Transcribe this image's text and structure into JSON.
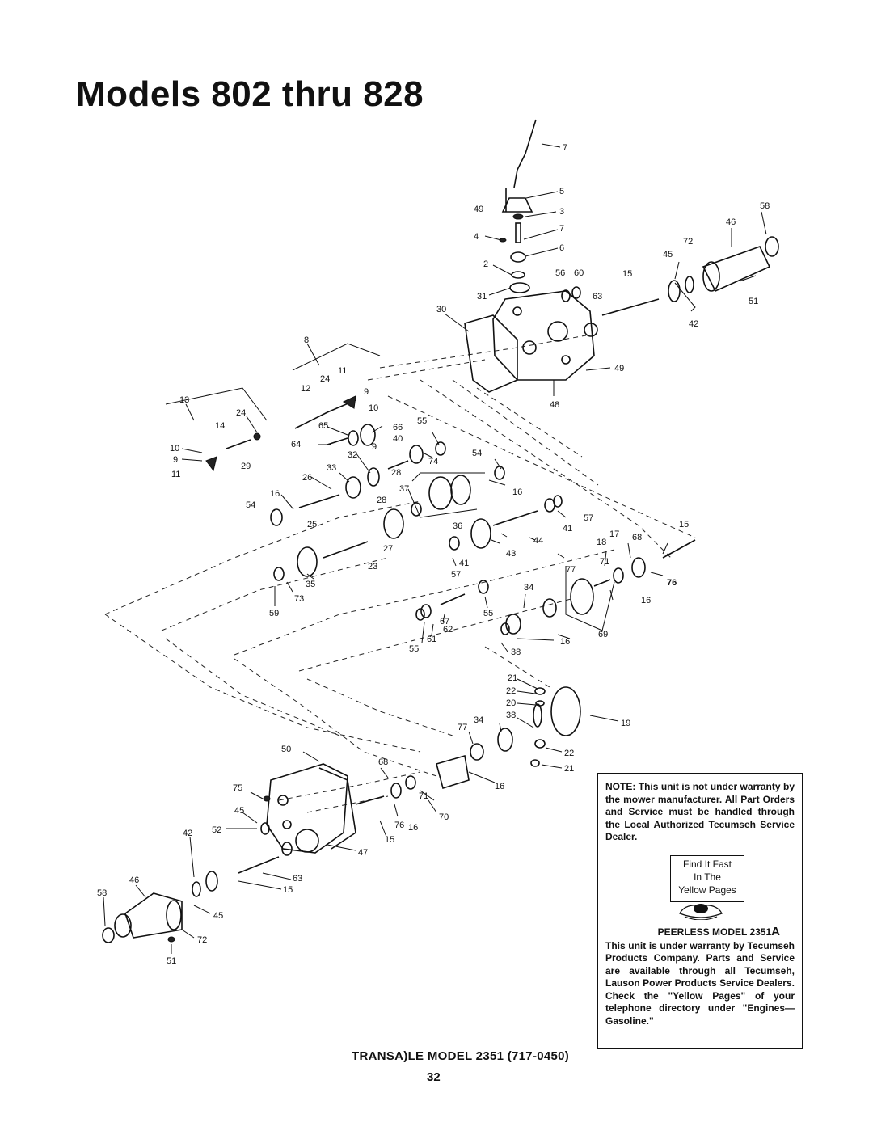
{
  "page": {
    "title": "Models 802 thru 828",
    "caption": "TRANSA)LE MODEL 2351 (717-0450)",
    "page_number": "32"
  },
  "note": {
    "warranty_notice": "NOTE: This unit is not under warranty by the mower manufacturer. All Part Orders and Service must be handled through the Local Authorized Tecumseh Service Dealer.",
    "yellow_pages_lines": [
      "Find It Fast",
      "In The",
      "Yellow Pages"
    ],
    "peerless_prefix": "PEERLESS MODEL 2351",
    "peerless_suffix": "A",
    "peerless_text": "This unit is under warranty by Tecumseh Products Company. Parts and Service are available through all Tecumseh, Lauson Power Products Service Dealers. Check the \"Yellow Pages\" of your telephone directory under \"Engines—Gasoline.\""
  },
  "callouts": {
    "c1": "7",
    "c2": "5",
    "c3": "49",
    "c4": "3",
    "c5": "7",
    "c6": "4",
    "c7": "6",
    "c8": "2",
    "c9": "56",
    "c10": "60",
    "c11": "15",
    "c12": "31",
    "c13": "63",
    "c14": "30",
    "c15": "58",
    "c16": "46",
    "c17": "72",
    "c18": "45",
    "c19": "51",
    "c20": "42",
    "c21": "49",
    "c22": "48",
    "c23": "8",
    "c24": "11",
    "c25": "24",
    "c26": "12",
    "c27": "9",
    "c28": "10",
    "c29": "13",
    "c30": "24",
    "c31": "14",
    "c32": "10",
    "c33": "9",
    "c34": "11",
    "c35": "29",
    "c36": "65",
    "c37": "66",
    "c38": "55",
    "c39": "64",
    "c40": "40",
    "c41": "9",
    "c42": "32",
    "c43": "74",
    "c44": "54",
    "c45": "33",
    "c46": "28",
    "c47": "26",
    "c48": "37",
    "c49": "16",
    "c50": "16",
    "c51": "54",
    "c52": "28",
    "c53": "25",
    "c54": "36",
    "c55": "57",
    "c56": "41",
    "c57": "15",
    "c58": "17",
    "c59": "68",
    "c60": "18",
    "c61": "44",
    "c62": "27",
    "c63": "43",
    "c64": "71",
    "c65": "23",
    "c66": "41",
    "c67": "77",
    "c68": "76",
    "c69": "35",
    "c70": "57",
    "c71": "34",
    "c72": "16",
    "c73": "73",
    "c74": "59",
    "c75": "55",
    "c76": "67",
    "c77": "62",
    "c78": "61",
    "c79": "55",
    "c80": "69",
    "c81": "16",
    "c82": "38",
    "c83": "21",
    "c84": "22",
    "c85": "20",
    "c86": "38",
    "c87": "34",
    "c88": "77",
    "c89": "19",
    "c90": "50",
    "c91": "68",
    "c92": "22",
    "c93": "21",
    "c94": "75",
    "c95": "16",
    "c96": "71",
    "c97": "45",
    "c98": "70",
    "c99": "76",
    "c100": "16",
    "c101": "52",
    "c102": "15",
    "c103": "47",
    "c104": "42",
    "c105": "63",
    "c106": "46",
    "c107": "58",
    "c108": "15",
    "c109": "45",
    "c110": "72",
    "c111": "51"
  }
}
